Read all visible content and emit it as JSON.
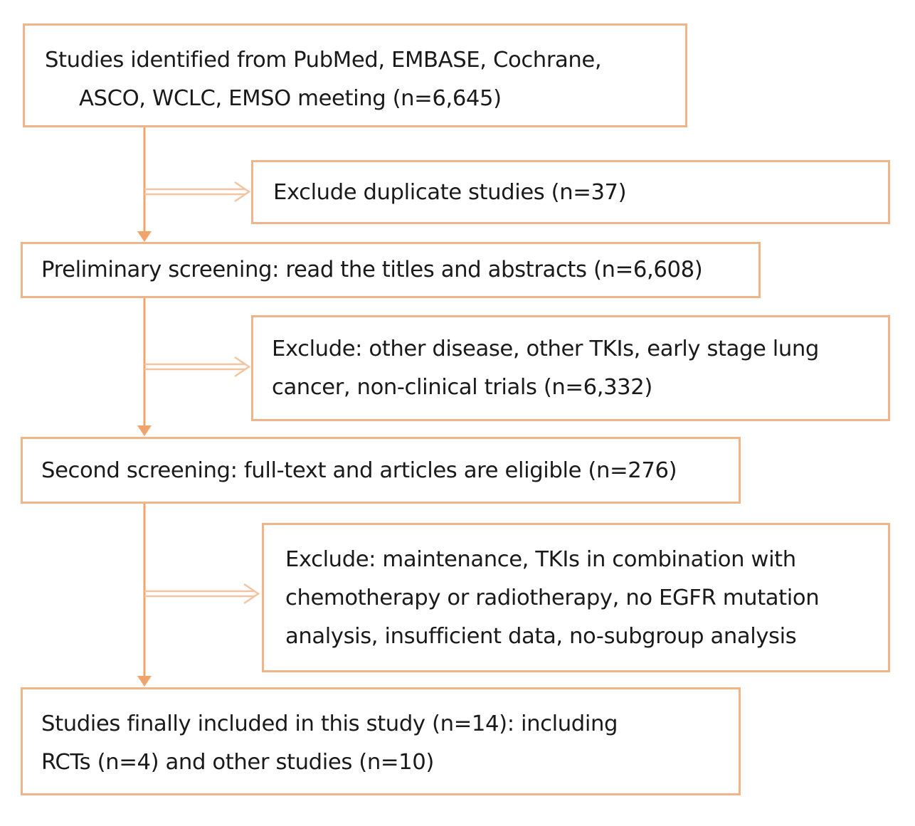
{
  "flowchart": {
    "boxes": [
      {
        "id": "identified",
        "lines": [
          "Studies identified from PubMed, EMBASE, Cochrane,",
          "ASCO, WCLC, EMSO meeting (n=6,645)"
        ]
      },
      {
        "id": "exclude-duplicates",
        "lines": [
          "Exclude duplicate studies (n=37)"
        ]
      },
      {
        "id": "preliminary-screening",
        "lines": [
          "Preliminary screening: read the titles and abstracts (n=6,608)"
        ]
      },
      {
        "id": "exclude-other",
        "lines": [
          "Exclude: other disease, other TKIs, early stage lung",
          "cancer, non-clinical trials (n=6,332)"
        ]
      },
      {
        "id": "second-screening",
        "lines": [
          "Second screening: full-text and articles are eligible (n=276)"
        ]
      },
      {
        "id": "exclude-maintenance",
        "lines": [
          "Exclude: maintenance, TKIs in combination with",
          "chemotherapy or radiotherapy, no EGFR mutation",
          "analysis, insufficient data, no-subgroup analysis"
        ]
      },
      {
        "id": "finally-included",
        "lines": [
          "Studies finally included in this study (n=14): including",
          "RCTs (n=4) and other studies (n=10)"
        ]
      }
    ],
    "colors": {
      "border": "#f0b489",
      "arrow": "#f0a46a",
      "side_arrow": "#f3c4a2",
      "text": "#1a1a1a"
    }
  }
}
